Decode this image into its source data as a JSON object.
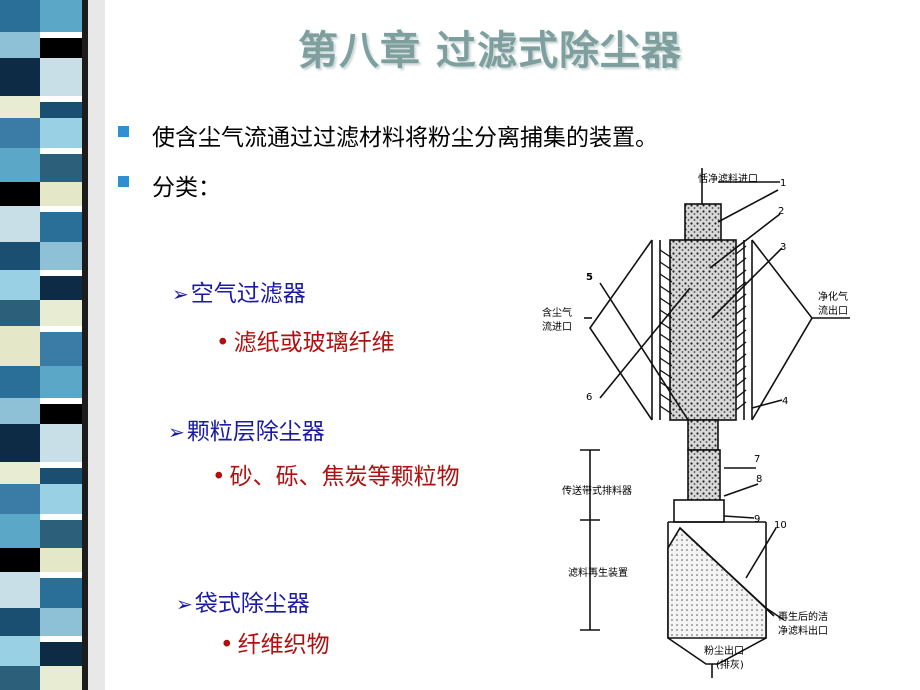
{
  "title": "第八章  过滤式除尘器",
  "bullets": [
    {
      "text": "使含尘气流通过过滤材料将粉尘分离捕集的装置。"
    },
    {
      "text": "分类："
    }
  ],
  "categories": [
    {
      "arrow": "➢",
      "label": "空气过滤器",
      "detail_dot": "•",
      "detail": "滤纸或玻璃纤维"
    },
    {
      "arrow": "➢",
      "label": "颗粒层除尘器",
      "detail_dot": "•",
      "detail": "砂、砾、焦炭等颗粒物"
    },
    {
      "arrow": "➢",
      "label": "袋式除尘器",
      "detail_dot": "•",
      "detail": "纤维织物"
    }
  ],
  "colors": {
    "title": "#7f9f9f",
    "bullet_square": "#2f8fd0",
    "category": "#1a1aa6",
    "detail": "#b01010"
  },
  "diagram": {
    "labels": {
      "clean_media_inlet": "恬净滤料进口",
      "dusty_gas_inlet_1": "含尘气",
      "dusty_gas_inlet_2": "流进口",
      "clean_gas_outlet_1": "净化气",
      "clean_gas_outlet_2": "流出口",
      "conveyor_discharge": "传送带式排料器",
      "media_regen_device": "滤料再生装置",
      "regen_outlet_1": "再生后的洁",
      "regen_outlet_2": "净滤料出口",
      "dust_outlet_1": "粉尘出口",
      "dust_outlet_2": "(排灰)"
    },
    "numbers": [
      "1",
      "2",
      "3",
      "4",
      "5",
      "6",
      "7",
      "8",
      "9",
      "10"
    ]
  }
}
